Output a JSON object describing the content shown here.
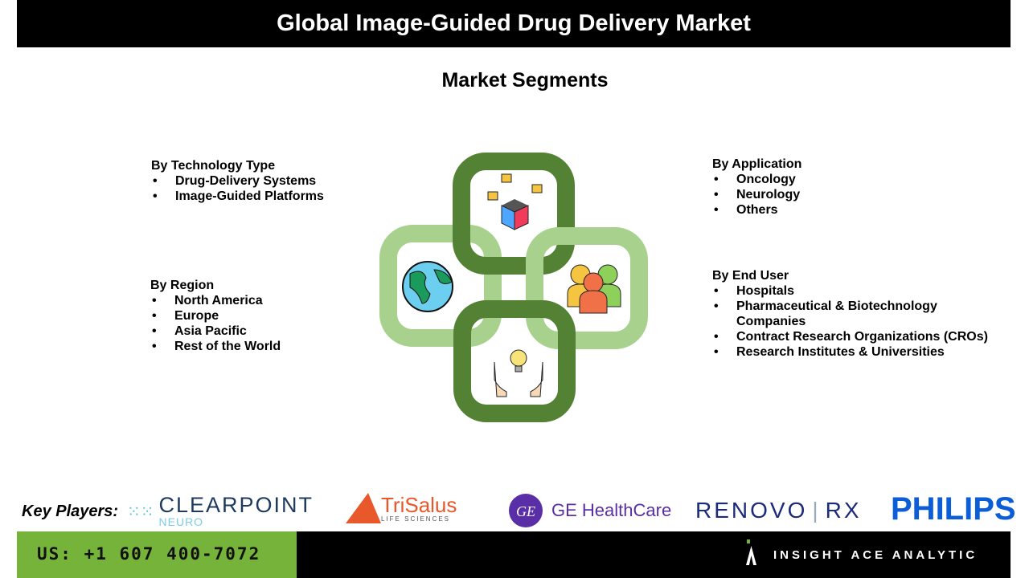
{
  "header": {
    "title": "Global Image-Guided Drug Delivery Market"
  },
  "subtitle": "Market Segments",
  "segments": {
    "technology": {
      "heading": "By Technology Type",
      "items": [
        "Drug-Delivery Systems",
        "Image-Guided Platforms"
      ]
    },
    "region": {
      "heading": "By Region",
      "items": [
        "North America",
        "Europe",
        "Asia Pacific",
        "Rest of the World"
      ]
    },
    "application": {
      "heading": "By Application",
      "items": [
        "Oncology",
        "Neurology",
        "Others"
      ]
    },
    "end_user": {
      "heading": "By End User",
      "items": [
        "Hospitals",
        "Pharmaceutical & Biotechnology Companies",
        "Contract Research Organizations (CROs)",
        "Research Institutes & Universities"
      ]
    }
  },
  "key_players": {
    "label": "Key Players:",
    "logos": {
      "clearpoint": "CLEARPOINT",
      "clearpoint_sub": "NEURO",
      "trisalus": "TriSalus",
      "trisalus_sub": "LIFE SCIENCES",
      "ge": "GE HealthCare",
      "renovo": "RENOVO",
      "renovo_rx": "RX",
      "philips": "PHILIPS"
    }
  },
  "footer": {
    "phone": "US: +1 607 400-7072",
    "brand": "INSIGHT ACE ANALYTIC"
  },
  "colors": {
    "dark_green": "#548235",
    "light_green": "#a9d18e",
    "footer_green": "#76b33a"
  }
}
